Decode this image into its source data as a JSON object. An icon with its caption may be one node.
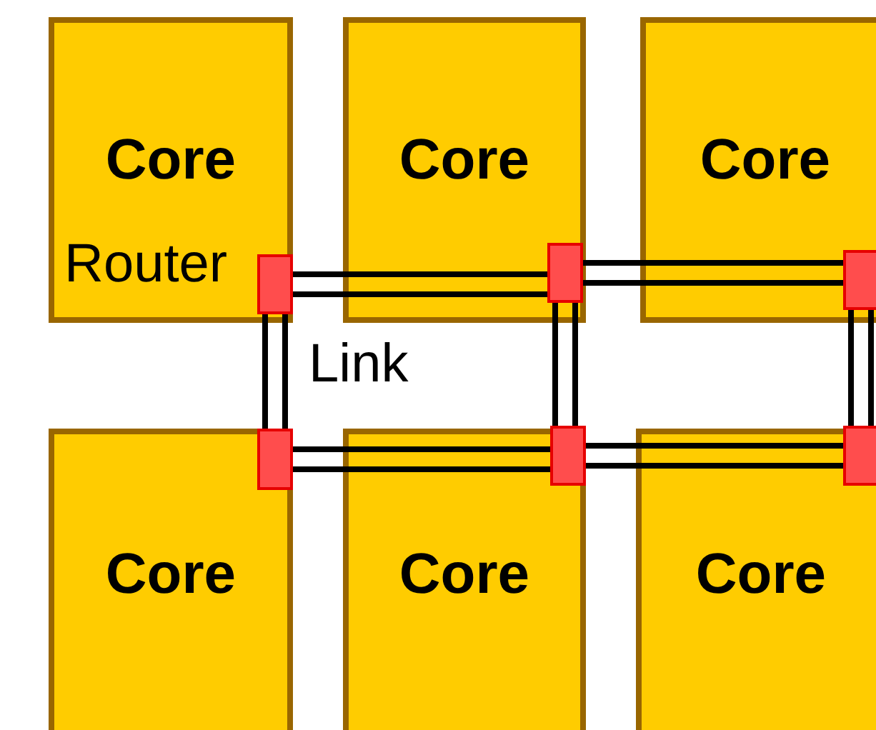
{
  "diagram": {
    "nodes": [
      {
        "text": [
          "Core"
        ]
      },
      {
        "text": [
          "Core"
        ]
      },
      {
        "text": [
          "Core"
        ]
      },
      {
        "text": [
          "Core"
        ]
      },
      {
        "text": [
          "Core"
        ]
      },
      {
        "text": [
          "Core"
        ]
      },
      {
        "text": [],
        "shape": "box",
        "in": 0
      },
      {
        "text": [],
        "shape": "box",
        "in": 1
      },
      {
        "text": [],
        "shape": "box",
        "in": 2
      },
      {
        "text": [],
        "shape": "box",
        "in": 3
      },
      {
        "text": [],
        "shape": "box",
        "in": 4
      },
      {
        "text": [],
        "shape": "box",
        "in": 5
      }
    ],
    "edges": [
      {
        "from": 6,
        "to": 7,
        "arrow": "none"
      },
      {
        "from": 7,
        "to": 8,
        "arrow": "none"
      },
      {
        "from": 6,
        "to": 9,
        "arrow": "none"
      },
      {
        "from": 7,
        "to": 10,
        "arrow": "none"
      },
      {
        "from": 8,
        "to": 11,
        "arrow": "none"
      },
      {
        "from": 9,
        "to": 10,
        "arrow": "none"
      },
      {
        "from": 10,
        "to": 11,
        "arrow": "none"
      }
    ],
    "labels": [
      "Router",
      "Link"
    ]
  }
}
